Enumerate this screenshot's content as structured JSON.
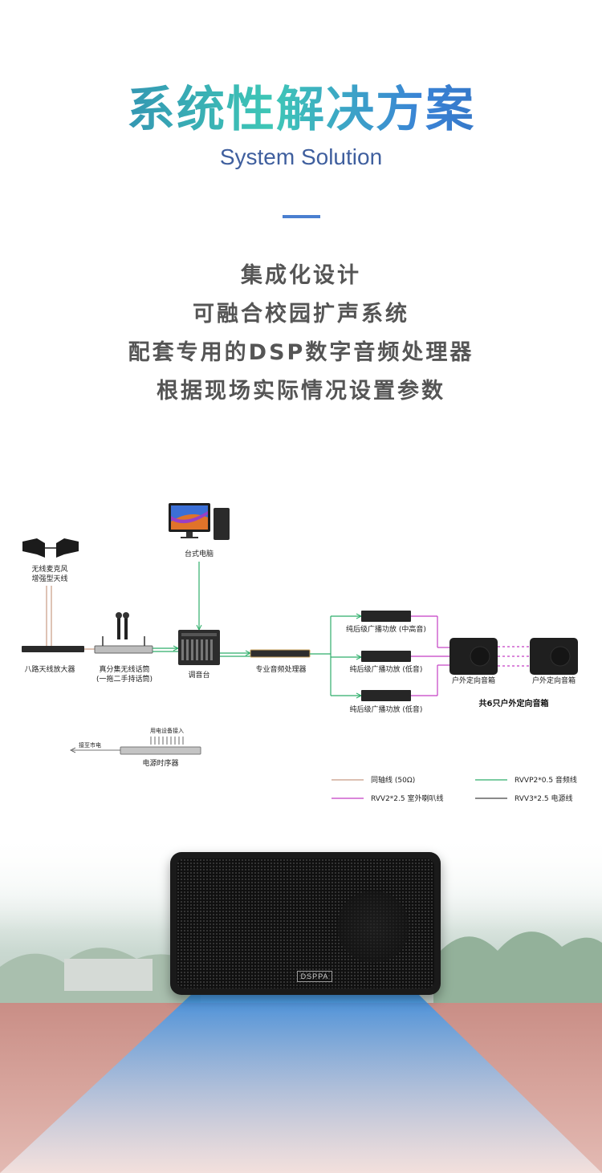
{
  "header": {
    "title": "系统性解决方案",
    "subtitle": "System Solution"
  },
  "features": [
    "集成化设计",
    "可融合校园扩声系统",
    "配套专用的DSP数字音频处理器",
    "根据现场实际情况设置参数"
  ],
  "diagram": {
    "antenna": "无线麦克风\n增强型天线",
    "amp8": "八路天线放大器",
    "receiver": "真分集无线话筒\n(一拖二手持话筒)",
    "computer": "台式电脑",
    "mixer": "调音台",
    "dsp": "专业音频处理器",
    "amp_mid": "纯后级广播功放 (中高音)",
    "amp_low1": "纯后级广播功放 (低音)",
    "amp_low2": "纯后级广播功放 (低音)",
    "speaker1": "户外定向音箱",
    "speaker2": "户外定向音箱",
    "speaker_total": "共6只户外定向音箱",
    "sequencer": "电源时序器",
    "seq_mains": "接至市电",
    "seq_devices": "用电设备接入"
  },
  "legend": [
    {
      "label": "同轴线 (50Ω)",
      "color": "#c79b83"
    },
    {
      "label": "RVVP2*0.5 音频线",
      "color": "#2eae6a"
    },
    {
      "label": "RVV2*2.5 室外喇叭线",
      "color": "#c43fc4"
    },
    {
      "label": "RVV3*2.5 电源线",
      "color": "#444444"
    }
  ],
  "product": {
    "logo": "DSPPA"
  },
  "colors": {
    "accent": "#4a7fd0",
    "audio_line": "#2eae6a",
    "speaker_line": "#c43fc4",
    "coax_line": "#c79b83"
  }
}
